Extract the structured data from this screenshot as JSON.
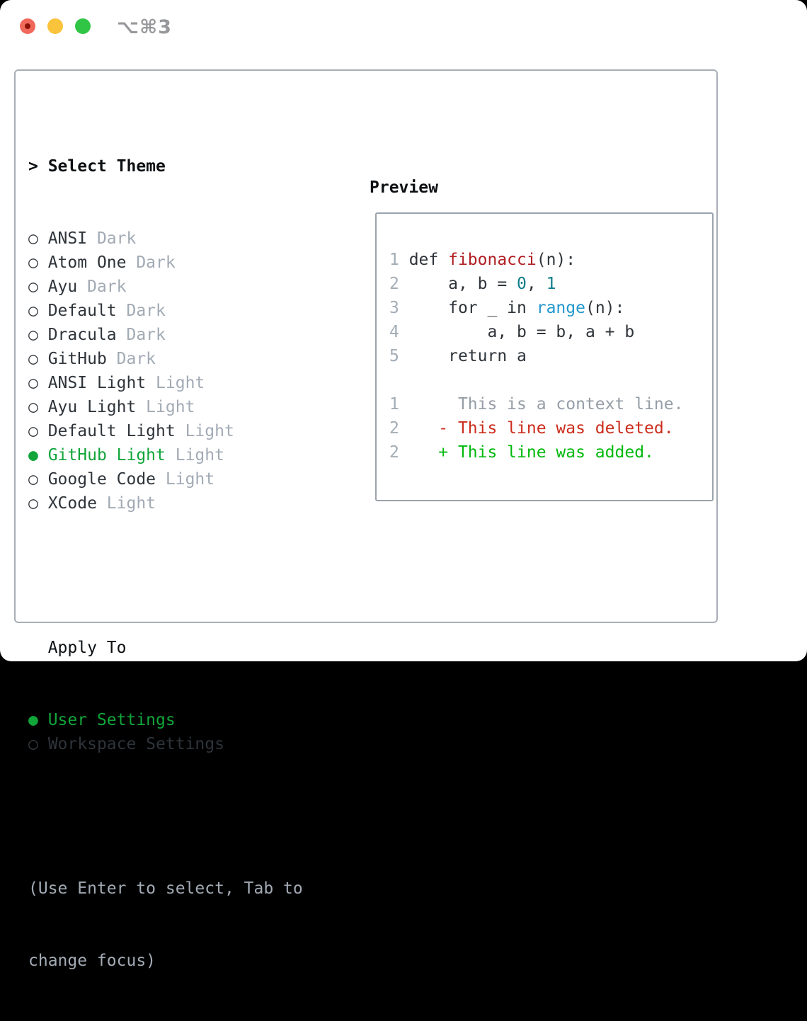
{
  "titlebar": {
    "title": "⌥⌘3",
    "traffic_lights": [
      "close",
      "minimize",
      "zoom"
    ]
  },
  "markers": {
    "selected": "●",
    "unselected": "○"
  },
  "theme_list": {
    "header_prefix": ">",
    "header": "Select Theme",
    "items": [
      {
        "name": "ANSI",
        "variant": "Dark",
        "selected": false
      },
      {
        "name": "Atom One",
        "variant": "Dark",
        "selected": false
      },
      {
        "name": "Ayu",
        "variant": "Dark",
        "selected": false
      },
      {
        "name": "Default",
        "variant": "Dark",
        "selected": false
      },
      {
        "name": "Dracula",
        "variant": "Dark",
        "selected": false
      },
      {
        "name": "GitHub",
        "variant": "Dark",
        "selected": false
      },
      {
        "name": "ANSI Light",
        "variant": "Light",
        "selected": false
      },
      {
        "name": "Ayu Light",
        "variant": "Light",
        "selected": false
      },
      {
        "name": "Default Light",
        "variant": "Light",
        "selected": false
      },
      {
        "name": "GitHub Light",
        "variant": "Light",
        "selected": true
      },
      {
        "name": "Google Code",
        "variant": "Light",
        "selected": false
      },
      {
        "name": "XCode",
        "variant": "Light",
        "selected": false
      }
    ]
  },
  "apply_to": {
    "label": "Apply To",
    "options": [
      {
        "label": "User Settings",
        "selected": true
      },
      {
        "label": "Workspace Settings",
        "selected": false
      }
    ]
  },
  "help": {
    "line1": "(Use Enter to select, Tab to",
    "line2": "change focus)"
  },
  "preview": {
    "label": "Preview",
    "code_lines": [
      {
        "num": "1",
        "segments": [
          {
            "text": "def ",
            "style": "code"
          },
          {
            "text": "fibonacci",
            "style": "func"
          },
          {
            "text": "(n):",
            "style": "code"
          }
        ]
      },
      {
        "num": "2",
        "segments": [
          {
            "text": "    a, b = ",
            "style": "code"
          },
          {
            "text": "0",
            "style": "number"
          },
          {
            "text": ", ",
            "style": "code"
          },
          {
            "text": "1",
            "style": "number"
          }
        ]
      },
      {
        "num": "3",
        "segments": [
          {
            "text": "    for _ in ",
            "style": "code"
          },
          {
            "text": "range",
            "style": "builtin"
          },
          {
            "text": "(n):",
            "style": "code"
          }
        ]
      },
      {
        "num": "4",
        "segments": [
          {
            "text": "        a, b = b, a + b",
            "style": "code"
          }
        ]
      },
      {
        "num": "5",
        "segments": [
          {
            "text": "    return a",
            "style": "code"
          }
        ]
      },
      {
        "num": "",
        "segments": []
      },
      {
        "num": "1",
        "segments": [
          {
            "text": "     This is a context line.",
            "style": "context"
          }
        ]
      },
      {
        "num": "2",
        "segments": [
          {
            "text": "   - This line was deleted.",
            "style": "deleted"
          }
        ]
      },
      {
        "num": "2",
        "segments": [
          {
            "text": "   + This line was added.",
            "style": "added"
          }
        ]
      }
    ]
  },
  "colors": {
    "accent_green": "#11a53a",
    "added_green": "#02b90d",
    "deleted_red": "#cb2d1d",
    "syntax_function_red": "#b01f24",
    "syntax_number_teal": "#0e7d89",
    "syntax_builtin_blue": "#2397cd",
    "muted_gray": "#a2aab4",
    "text_dark": "#2e343a"
  }
}
